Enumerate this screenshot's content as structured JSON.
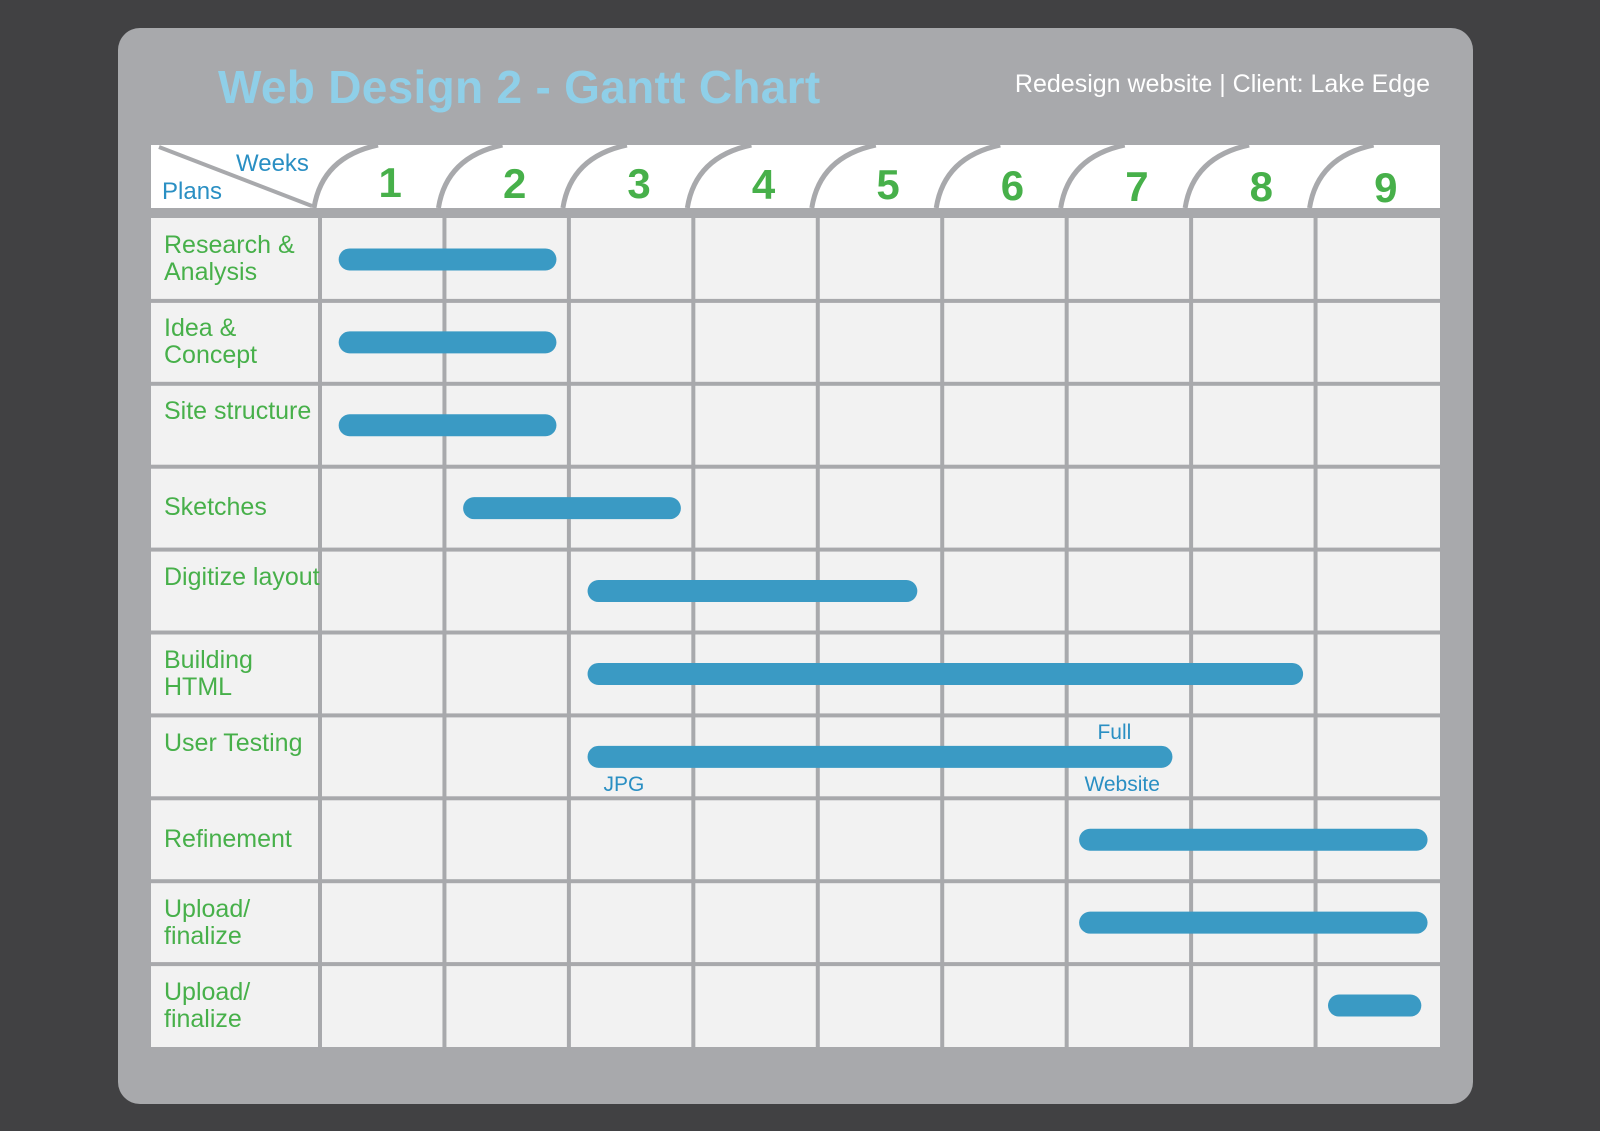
{
  "title": "Web Design 2 - Gantt Chart",
  "subtitle": "Redesign website | Client: Lake Edge",
  "corner": {
    "cols_label": "Weeks",
    "rows_label": "Plans"
  },
  "colors": {
    "background": "#414143",
    "panel": "#a8a9ac",
    "grid": "#a8a9ac",
    "cell": "#f2f2f2",
    "header": "#ffffff",
    "bar": "#3a9ac4",
    "week_number": "#47b04a",
    "task_label": "#47b04a",
    "annotation": "#2a8fc3"
  },
  "chart_data": {
    "type": "gantt",
    "title": "Web Design 2 - Gantt Chart",
    "subtitle": "Redesign website | Client: Lake Edge",
    "x_label": "Weeks",
    "y_label": "Plans",
    "weeks": [
      "1",
      "2",
      "3",
      "4",
      "5",
      "6",
      "7",
      "8",
      "9"
    ],
    "tasks": [
      {
        "label": "Research & Analysis",
        "start": 1.15,
        "end": 2.9
      },
      {
        "label": "Idea & Concept",
        "start": 1.15,
        "end": 2.9
      },
      {
        "label": "Site structure",
        "start": 1.15,
        "end": 2.9
      },
      {
        "label": "Sketches",
        "start": 2.15,
        "end": 3.9
      },
      {
        "label": "Digitize layout",
        "start": 3.15,
        "end": 5.8
      },
      {
        "label": "Building HTML",
        "start": 3.15,
        "end": 8.9
      },
      {
        "label": "User Testing",
        "start": 3.15,
        "end": 7.85,
        "start_note": "JPG",
        "end_note_top": "Full",
        "end_note_bottom": "Website"
      },
      {
        "label": "Refinement",
        "start": 7.1,
        "end": 9.9
      },
      {
        "label": "Upload/ finalize",
        "start": 7.1,
        "end": 9.9
      },
      {
        "label": "Upload/ finalize",
        "start": 9.1,
        "end": 9.85
      }
    ]
  }
}
